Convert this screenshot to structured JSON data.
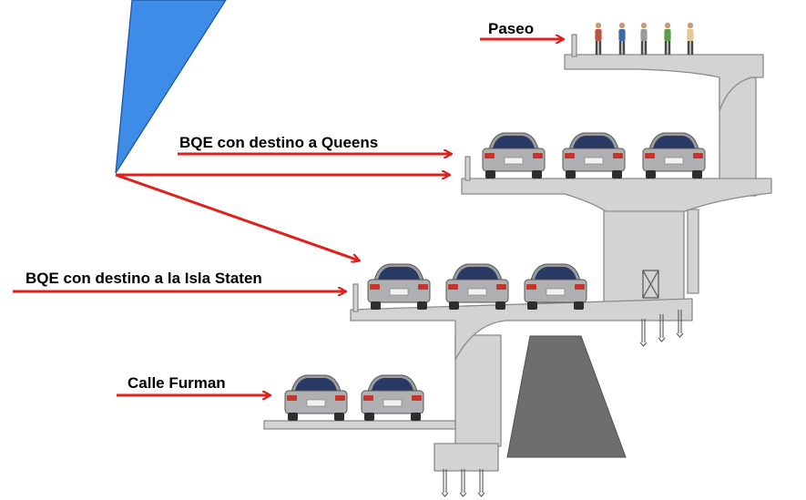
{
  "labels": {
    "paseo": "Paseo",
    "queens": "BQE con destino a Queens",
    "staten": "BQE con destino a la Isla Staten",
    "furman": "Calle Furman"
  },
  "colors": {
    "arrow": "#e0201b",
    "concrete": "#d3d3d3",
    "concrete_edge": "#8a8a8a",
    "beam": "#3d8de8",
    "footing": "#6e6e6e",
    "car_body": "#a8a8aa",
    "car_glass": "#283a64"
  },
  "icons": [
    "view-beam-icon",
    "pedestrian-icon",
    "car-icon",
    "pile-icon"
  ]
}
